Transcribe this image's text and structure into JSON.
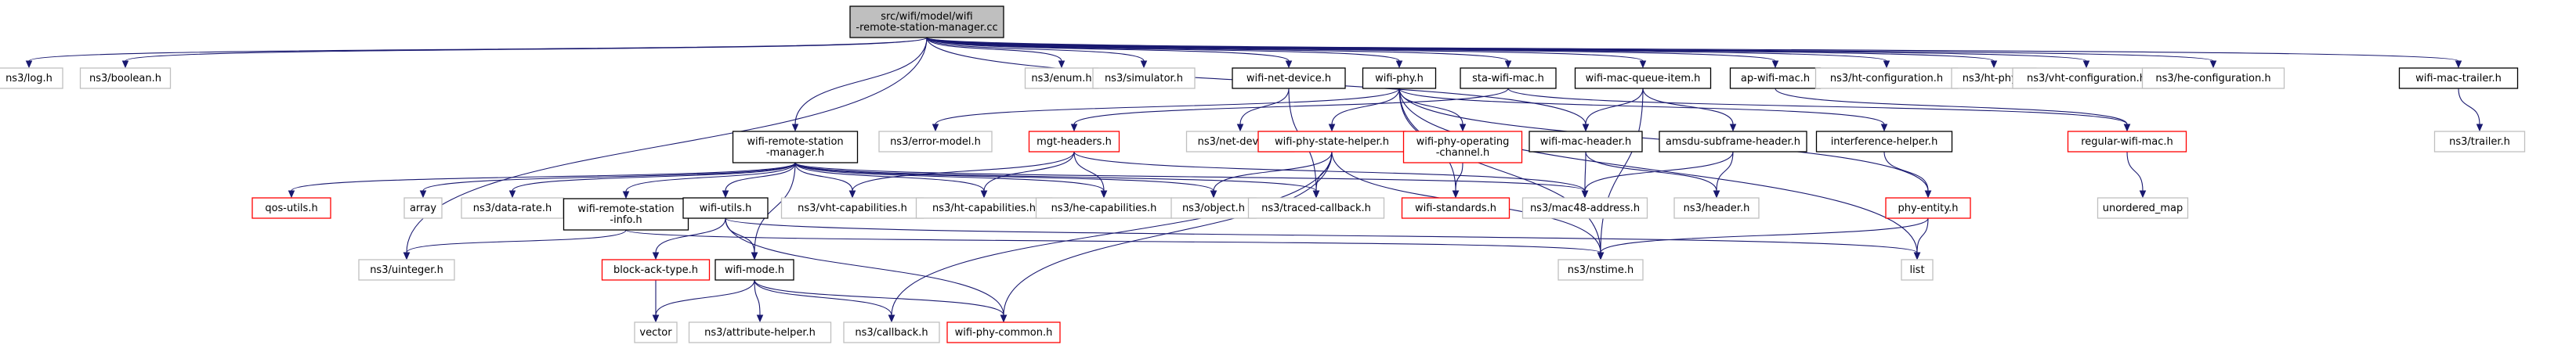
{
  "diagram": {
    "nodes": [
      {
        "id": "root",
        "lines": [
          "src/wifi/model/wifi",
          "-remote-station-manager.cc"
        ],
        "style": "root"
      },
      {
        "id": "log",
        "lines": [
          "ns3/log.h"
        ],
        "style": "gray"
      },
      {
        "id": "boolean",
        "lines": [
          "ns3/boolean.h"
        ],
        "style": "gray"
      },
      {
        "id": "enum",
        "lines": [
          "ns3/enum.h"
        ],
        "style": "gray"
      },
      {
        "id": "simulator",
        "lines": [
          "ns3/simulator.h"
        ],
        "style": "gray"
      },
      {
        "id": "wnd",
        "lines": [
          "wifi-net-device.h"
        ],
        "style": "plain"
      },
      {
        "id": "wphy",
        "lines": [
          "wifi-phy.h"
        ],
        "style": "plain"
      },
      {
        "id": "sta",
        "lines": [
          "sta-wifi-mac.h"
        ],
        "style": "plain"
      },
      {
        "id": "mqi",
        "lines": [
          "wifi-mac-queue-item.h"
        ],
        "style": "plain"
      },
      {
        "id": "ap",
        "lines": [
          "ap-wifi-mac.h"
        ],
        "style": "plain"
      },
      {
        "id": "htconf",
        "lines": [
          "ns3/ht-configuration.h"
        ],
        "style": "gray"
      },
      {
        "id": "htphy",
        "lines": [
          "ns3/ht-phy.h"
        ],
        "style": "gray"
      },
      {
        "id": "vhtconf",
        "lines": [
          "ns3/vht-configuration.h"
        ],
        "style": "gray"
      },
      {
        "id": "heconf",
        "lines": [
          "ns3/he-configuration.h"
        ],
        "style": "gray"
      },
      {
        "id": "trailer",
        "lines": [
          "wifi-mac-trailer.h"
        ],
        "style": "plain"
      },
      {
        "id": "rsm",
        "lines": [
          "wifi-remote-station",
          "-manager.h"
        ],
        "style": "plain"
      },
      {
        "id": "errmodel",
        "lines": [
          "ns3/error-model.h"
        ],
        "style": "gray"
      },
      {
        "id": "netdev",
        "lines": [
          "ns3/net-device.h"
        ],
        "style": "gray"
      },
      {
        "id": "mgt",
        "lines": [
          "mgt-headers.h"
        ],
        "style": "red"
      },
      {
        "id": "psh",
        "lines": [
          "wifi-phy-state-helper.h"
        ],
        "style": "red"
      },
      {
        "id": "poc",
        "lines": [
          "wifi-phy-operating",
          "-channel.h"
        ],
        "style": "red"
      },
      {
        "id": "wmh",
        "lines": [
          "wifi-mac-header.h"
        ],
        "style": "plain"
      },
      {
        "id": "amsdu",
        "lines": [
          "amsdu-subframe-header.h"
        ],
        "style": "plain"
      },
      {
        "id": "ih",
        "lines": [
          "interference-helper.h"
        ],
        "style": "plain"
      },
      {
        "id": "regmac",
        "lines": [
          "regular-wifi-mac.h"
        ],
        "style": "red"
      },
      {
        "id": "ns3trailer",
        "lines": [
          "ns3/trailer.h"
        ],
        "style": "gray"
      },
      {
        "id": "qos",
        "lines": [
          "qos-utils.h"
        ],
        "style": "red"
      },
      {
        "id": "array",
        "lines": [
          "array"
        ],
        "style": "gray"
      },
      {
        "id": "datarate",
        "lines": [
          "ns3/data-rate.h"
        ],
        "style": "gray"
      },
      {
        "id": "rsi",
        "lines": [
          "wifi-remote-station",
          "-info.h"
        ],
        "style": "plain"
      },
      {
        "id": "wutils",
        "lines": [
          "wifi-utils.h"
        ],
        "style": "plain"
      },
      {
        "id": "vhtcap",
        "lines": [
          "ns3/vht-capabilities.h"
        ],
        "style": "gray"
      },
      {
        "id": "htcap",
        "lines": [
          "ns3/ht-capabilities.h"
        ],
        "style": "gray"
      },
      {
        "id": "hecap",
        "lines": [
          "ns3/he-capabilities.h"
        ],
        "style": "gray"
      },
      {
        "id": "object",
        "lines": [
          "ns3/object.h"
        ],
        "style": "gray"
      },
      {
        "id": "traced",
        "lines": [
          "ns3/traced-callback.h"
        ],
        "style": "gray"
      },
      {
        "id": "standards",
        "lines": [
          "wifi-standards.h"
        ],
        "style": "red"
      },
      {
        "id": "mac48",
        "lines": [
          "ns3/mac48-address.h"
        ],
        "style": "gray"
      },
      {
        "id": "header",
        "lines": [
          "ns3/header.h"
        ],
        "style": "gray"
      },
      {
        "id": "phyentity",
        "lines": [
          "phy-entity.h"
        ],
        "style": "red"
      },
      {
        "id": "umap",
        "lines": [
          "unordered_map"
        ],
        "style": "gray"
      },
      {
        "id": "uint",
        "lines": [
          "ns3/uinteger.h"
        ],
        "style": "gray"
      },
      {
        "id": "bat",
        "lines": [
          "block-ack-type.h"
        ],
        "style": "red"
      },
      {
        "id": "wmode",
        "lines": [
          "wifi-mode.h"
        ],
        "style": "plain"
      },
      {
        "id": "nstime",
        "lines": [
          "ns3/nstime.h"
        ],
        "style": "gray"
      },
      {
        "id": "list",
        "lines": [
          "list"
        ],
        "style": "gray"
      },
      {
        "id": "vector",
        "lines": [
          "vector"
        ],
        "style": "gray"
      },
      {
        "id": "attrhelper",
        "lines": [
          "ns3/attribute-helper.h"
        ],
        "style": "gray"
      },
      {
        "id": "callback",
        "lines": [
          "ns3/callback.h"
        ],
        "style": "gray"
      },
      {
        "id": "phycommon",
        "lines": [
          "wifi-phy-common.h"
        ],
        "style": "red"
      }
    ],
    "edges": [
      [
        "root",
        "log"
      ],
      [
        "root",
        "boolean"
      ],
      [
        "root",
        "enum"
      ],
      [
        "root",
        "simulator"
      ],
      [
        "root",
        "wnd"
      ],
      [
        "root",
        "wphy"
      ],
      [
        "root",
        "sta"
      ],
      [
        "root",
        "mqi"
      ],
      [
        "root",
        "ap"
      ],
      [
        "root",
        "htconf"
      ],
      [
        "root",
        "htphy"
      ],
      [
        "root",
        "vhtconf"
      ],
      [
        "root",
        "heconf"
      ],
      [
        "root",
        "trailer"
      ],
      [
        "root",
        "rsm"
      ],
      [
        "root",
        "uint"
      ],
      [
        "root",
        "wmh"
      ],
      [
        "wnd",
        "netdev"
      ],
      [
        "wnd",
        "traced"
      ],
      [
        "wphy",
        "errmodel"
      ],
      [
        "wphy",
        "psh"
      ],
      [
        "wphy",
        "poc"
      ],
      [
        "wphy",
        "ih"
      ],
      [
        "wphy",
        "phyentity"
      ],
      [
        "wphy",
        "standards"
      ],
      [
        "wphy",
        "nstime"
      ],
      [
        "wphy",
        "list"
      ],
      [
        "sta",
        "mgt"
      ],
      [
        "sta",
        "regmac"
      ],
      [
        "mqi",
        "wmh"
      ],
      [
        "mqi",
        "amsdu"
      ],
      [
        "mqi",
        "nstime"
      ],
      [
        "ap",
        "regmac"
      ],
      [
        "trailer",
        "ns3trailer"
      ],
      [
        "rsm",
        "qos"
      ],
      [
        "rsm",
        "array"
      ],
      [
        "rsm",
        "datarate"
      ],
      [
        "rsm",
        "rsi"
      ],
      [
        "rsm",
        "wutils"
      ],
      [
        "rsm",
        "vhtcap"
      ],
      [
        "rsm",
        "htcap"
      ],
      [
        "rsm",
        "hecap"
      ],
      [
        "rsm",
        "object"
      ],
      [
        "rsm",
        "traced"
      ],
      [
        "rsm",
        "mac48"
      ],
      [
        "rsm",
        "wmode"
      ],
      [
        "mgt",
        "vhtcap"
      ],
      [
        "mgt",
        "htcap"
      ],
      [
        "mgt",
        "hecap"
      ],
      [
        "mgt",
        "mac48"
      ],
      [
        "psh",
        "object"
      ],
      [
        "psh",
        "traced"
      ],
      [
        "psh",
        "nstime"
      ],
      [
        "psh",
        "callback"
      ],
      [
        "psh",
        "phycommon"
      ],
      [
        "poc",
        "standards"
      ],
      [
        "wmh",
        "mac48"
      ],
      [
        "wmh",
        "header"
      ],
      [
        "amsdu",
        "mac48"
      ],
      [
        "amsdu",
        "header"
      ],
      [
        "ih",
        "phyentity"
      ],
      [
        "regmac",
        "umap"
      ],
      [
        "rsi",
        "uint"
      ],
      [
        "rsi",
        "nstime"
      ],
      [
        "wutils",
        "bat"
      ],
      [
        "wutils",
        "wmode"
      ],
      [
        "wutils",
        "phycommon"
      ],
      [
        "wutils",
        "list"
      ],
      [
        "bat",
        "vector"
      ],
      [
        "wmode",
        "vector"
      ],
      [
        "wmode",
        "attrhelper"
      ],
      [
        "wmode",
        "callback"
      ],
      [
        "wmode",
        "phycommon"
      ],
      [
        "phyentity",
        "nstime"
      ],
      [
        "phyentity",
        "list"
      ]
    ]
  }
}
